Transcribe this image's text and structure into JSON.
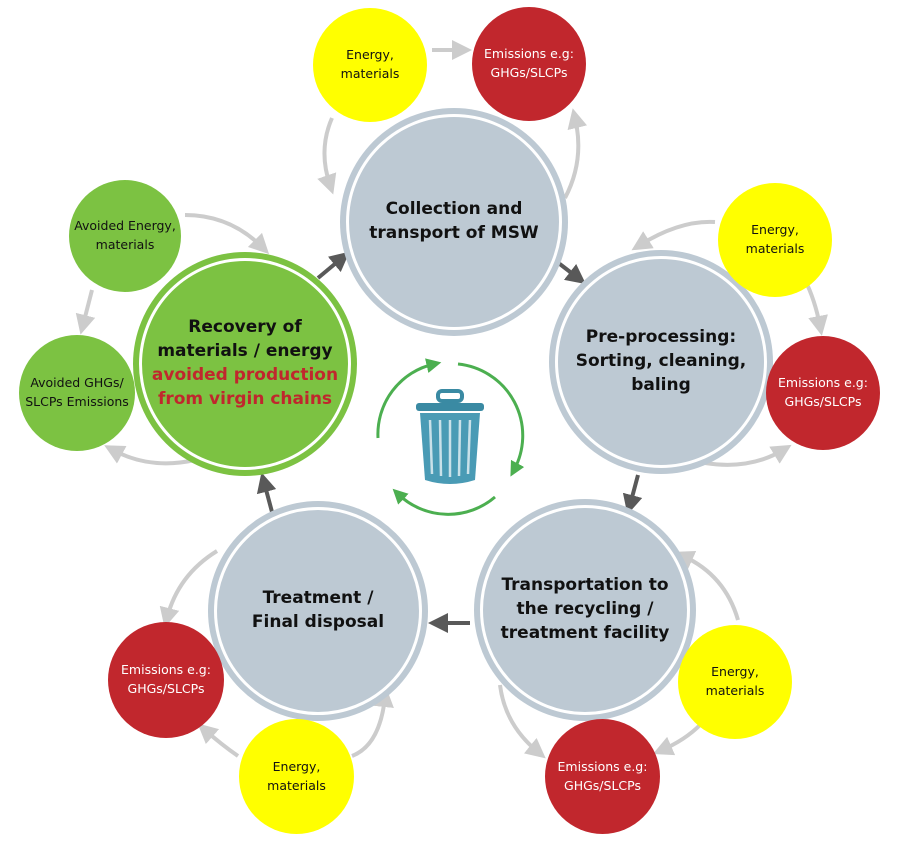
{
  "stages": {
    "collection": [
      "Collection and",
      "transport of MSW"
    ],
    "preprocessing": [
      "Pre-processing:",
      "Sorting, cleaning,",
      "baling"
    ],
    "transportation": [
      "Transportation to",
      "the recycling /",
      "treatment facility"
    ],
    "treatment": [
      "Treatment /",
      "Final disposal"
    ],
    "recovery": {
      "line1": "Recovery of",
      "line2": "materials / energy",
      "highlight1": "avoided production",
      "highlight2": "from virgin chains"
    }
  },
  "inputs": {
    "line1": "Energy,",
    "line2": "materials"
  },
  "emissions": {
    "line1": "Emissions e.g:",
    "line2": "GHGs/SLCPs"
  },
  "avoided": {
    "energy": [
      "Avoided Energy,",
      "materials"
    ],
    "emissions": [
      "Avoided GHGs/",
      "SLCPs Emissions"
    ]
  },
  "colors": {
    "stage": "#bdc9d3",
    "green": "#7cc242",
    "yellow": "#ffff00",
    "red": "#c1272d",
    "arrow_light": "#cccccc",
    "arrow_dark": "#595959",
    "cycle": "#4caf50",
    "bin": "#4a9bb5"
  },
  "icons": {
    "center": "recycling-bin-icon"
  }
}
